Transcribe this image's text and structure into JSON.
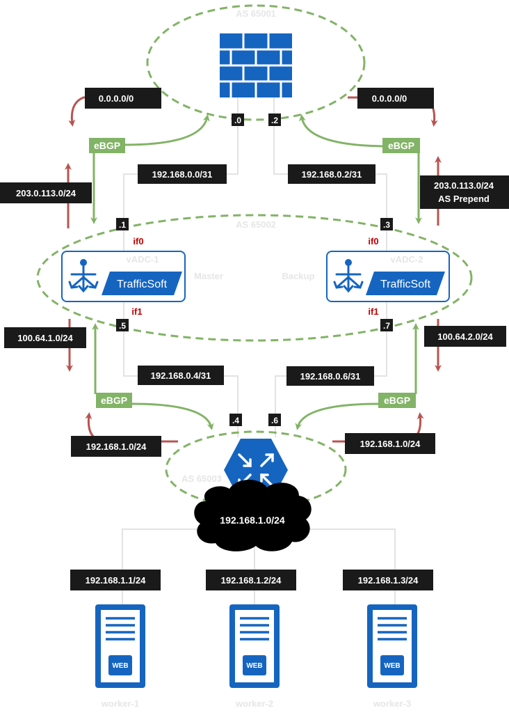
{
  "autonomous_systems": {
    "top": "AS 65001",
    "middle": "AS 65002",
    "bottom": "AS 65003"
  },
  "sessions": {
    "ebgp": "eBGP"
  },
  "routes": {
    "default_left": "0.0.0.0/0",
    "default_right": "0.0.0.0/0",
    "public_left": "203.0.113.0/24",
    "public_right_line1": "203.0.113.0/24",
    "public_right_line2": "AS Prepend",
    "cgnat_left": "100.64.1.0/24",
    "cgnat_right": "100.64.2.0/24",
    "internal_left": "192.168.1.0/24",
    "internal_right": "192.168.1.0/24"
  },
  "links": {
    "fw_vadc1": "192.168.0.0/31",
    "fw_vadc2": "192.168.0.2/31",
    "vadc1_rtr": "192.168.0.4/31",
    "vadc2_rtr": "192.168.0.6/31"
  },
  "addresses": {
    "fw_a": ".0",
    "fw_b": ".2",
    "vadc1_up": ".1",
    "vadc2_up": ".3",
    "vadc1_down": ".5",
    "vadc2_down": ".7",
    "rtr_a": ".4",
    "rtr_b": ".6"
  },
  "interfaces": {
    "upper": "if0",
    "lower": "if1"
  },
  "vadcs": [
    {
      "name": "vADC-1",
      "role": "Master",
      "brand": "TrafficSoft"
    },
    {
      "name": "vADC-2",
      "role": "Backup",
      "brand": "TrafficSoft"
    }
  ],
  "lan": {
    "cloud": "192.168.1.0/24"
  },
  "workers": [
    {
      "name": "worker-1",
      "ip": "192.168.1.1/24",
      "badge": "WEB"
    },
    {
      "name": "worker-2",
      "ip": "192.168.1.2/24",
      "badge": "WEB"
    },
    {
      "name": "worker-3",
      "ip": "192.168.1.3/24",
      "badge": "WEB"
    }
  ],
  "colors": {
    "accent_blue": "#1565c0",
    "bgp_green": "#82b366",
    "route_red": "#b85450",
    "label_black": "#1a1a1a",
    "link_gray": "#e0e0e0"
  }
}
